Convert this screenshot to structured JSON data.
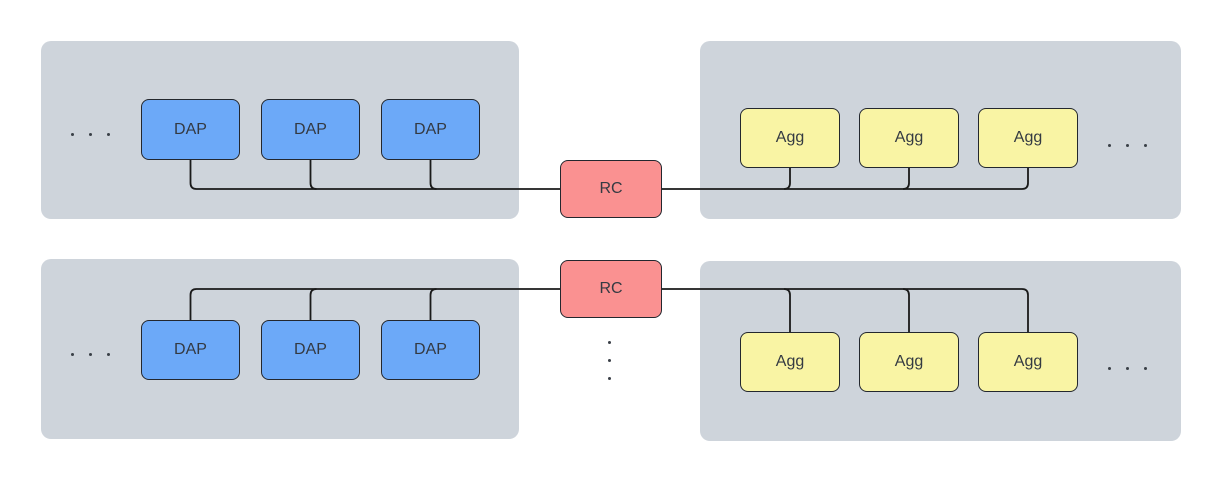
{
  "diagram": {
    "description_labels": {
      "dap": "DAP",
      "agg": "Agg",
      "rc": "RC"
    },
    "rows": [
      {
        "name": "row-1",
        "left_group": {
          "overflow_indicator": ". . .",
          "nodes": [
            {
              "label": "DAP"
            },
            {
              "label": "DAP"
            },
            {
              "label": "DAP"
            }
          ]
        },
        "center": {
          "label": "RC"
        },
        "right_group": {
          "nodes": [
            {
              "label": "Agg"
            },
            {
              "label": "Agg"
            },
            {
              "label": "Agg"
            }
          ],
          "overflow_indicator": ". . ."
        }
      },
      {
        "name": "row-2",
        "left_group": {
          "overflow_indicator": ". . .",
          "nodes": [
            {
              "label": "DAP"
            },
            {
              "label": "DAP"
            },
            {
              "label": "DAP"
            }
          ]
        },
        "center": {
          "label": "RC"
        },
        "right_group": {
          "nodes": [
            {
              "label": "Agg"
            },
            {
              "label": "Agg"
            },
            {
              "label": "Agg"
            }
          ],
          "overflow_indicator": ". . ."
        },
        "more_rows_indicator": "⋮"
      }
    ],
    "colors": {
      "panel_bg": "#CED4DB",
      "dap_fill": "#6CA9F8",
      "agg_fill": "#F9F4A4",
      "rc_fill": "#FA9191",
      "node_border": "#23272E",
      "connector_line": "#1A1A1A",
      "label_text": "#343A42",
      "background": "#FFFFFF"
    }
  }
}
